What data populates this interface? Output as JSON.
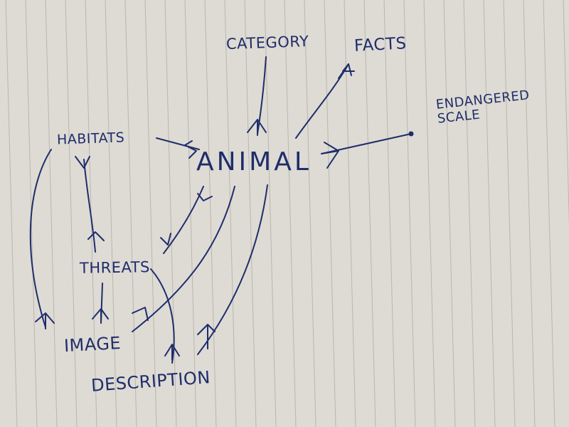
{
  "diagram": {
    "center": "ANIMAL",
    "nodes": {
      "category": "CATEGORY",
      "facts": "FACTS",
      "endangered": [
        "ENDANGERED",
        "SCALE"
      ],
      "habitats": "HABITATS",
      "threats": "THREATS",
      "image": "IMAGE",
      "description": "DESCRIPTION"
    }
  },
  "colors": {
    "ink": "#1f2d6b",
    "paper": "#dedbd4",
    "rule_lines": "#b9b6b0"
  }
}
